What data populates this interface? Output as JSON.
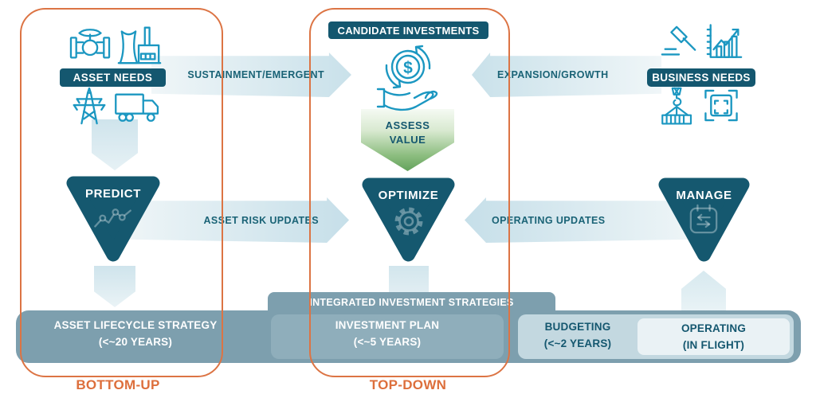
{
  "left": {
    "badge": "ASSET NEEDS",
    "funnel": "PREDICT",
    "group_label": "BOTTOM-UP"
  },
  "center": {
    "badge": "CANDIDATE INVESTMENTS",
    "assess": {
      "line1": "ASSESS",
      "line2": "VALUE"
    },
    "funnel": "OPTIMIZE",
    "group_label": "TOP-DOWN"
  },
  "right": {
    "badge": "BUSINESS NEEDS",
    "funnel": "MANAGE"
  },
  "flow_arrows": {
    "sustainment": "SUSTAINMENT/EMERGENT",
    "expansion": "EXPANSION/GROWTH",
    "asset_risk": "ASSET RISK UPDATES",
    "operating": "OPERATING UPDATES"
  },
  "bottom_bar": {
    "tab": "INTEGRATED INVESTMENT STRATEGIES",
    "segments": [
      {
        "line1": "ASSET LIFECYCLE STRATEGY",
        "line2": "(<~20 YEARS)"
      },
      {
        "line1": "INVESTMENT PLAN",
        "line2": "(<~5 YEARS)"
      },
      {
        "line1": "BUDGETING",
        "line2": "(<~2 YEARS)"
      },
      {
        "line1": "OPERATING",
        "line2": "(IN FLIGHT)"
      }
    ]
  },
  "icons": {
    "dollar_glyph": "$",
    "asset_needs": [
      "pipeline-valve",
      "power-plant",
      "transmission-tower",
      "truck"
    ],
    "business_needs": [
      "gavel",
      "growth-chart",
      "crane-container",
      "scope-frame"
    ],
    "candidate": "hand-money-cycle",
    "predict": "trend-line",
    "optimize": "gear",
    "manage": "schedule-calendar"
  },
  "colors": {
    "dark_teal": "#14576F",
    "icon_cyan": "#1B97C1",
    "arrow_light": "#EEF5F7",
    "arrow_deep": "#C6DFE9",
    "assess_green": "#63A25C",
    "bar_slate": "#7D9FAE",
    "bar_medium": "#8FAEBB",
    "bar_light": "#C3D8E0",
    "bar_pale": "#EAF2F5",
    "orange": "#DC7444",
    "label_teal": "#1A6376"
  }
}
